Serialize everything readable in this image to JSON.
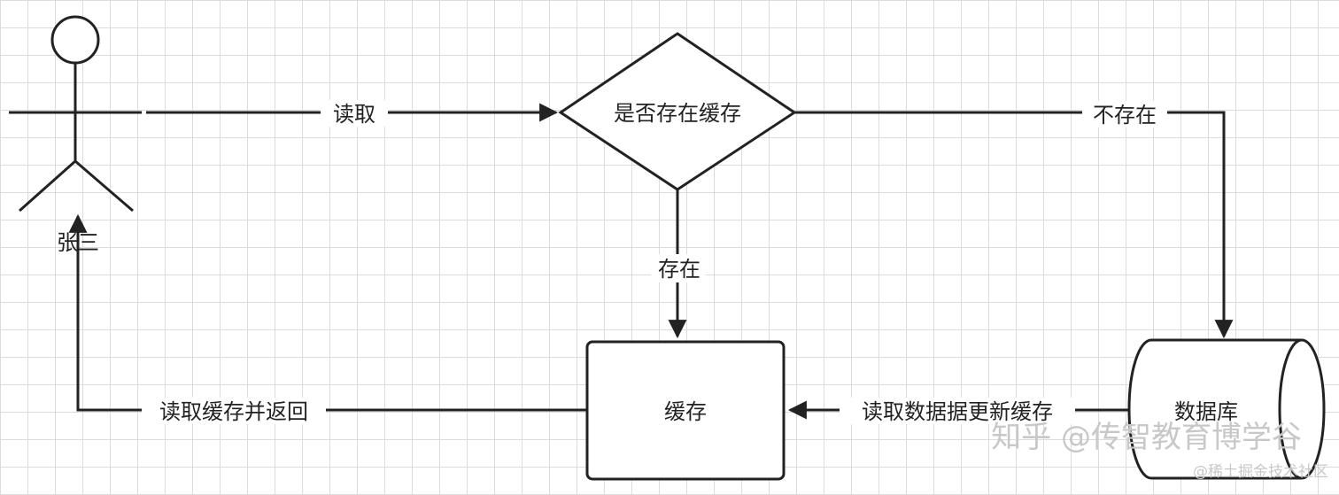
{
  "nodes": {
    "actor": "张三",
    "decision": "是否存在缓存",
    "cache": "缓存",
    "database": "数据库"
  },
  "edges": {
    "read": "读取",
    "exists": "存在",
    "not_exists": "不存在",
    "read_db_update_cache": "读取数据据更新缓存",
    "read_cache_return": "读取缓存并返回"
  },
  "watermarks": {
    "zhihu": "知乎 @传智教育博学谷",
    "juejin": "@稀土掘金技术社区"
  }
}
